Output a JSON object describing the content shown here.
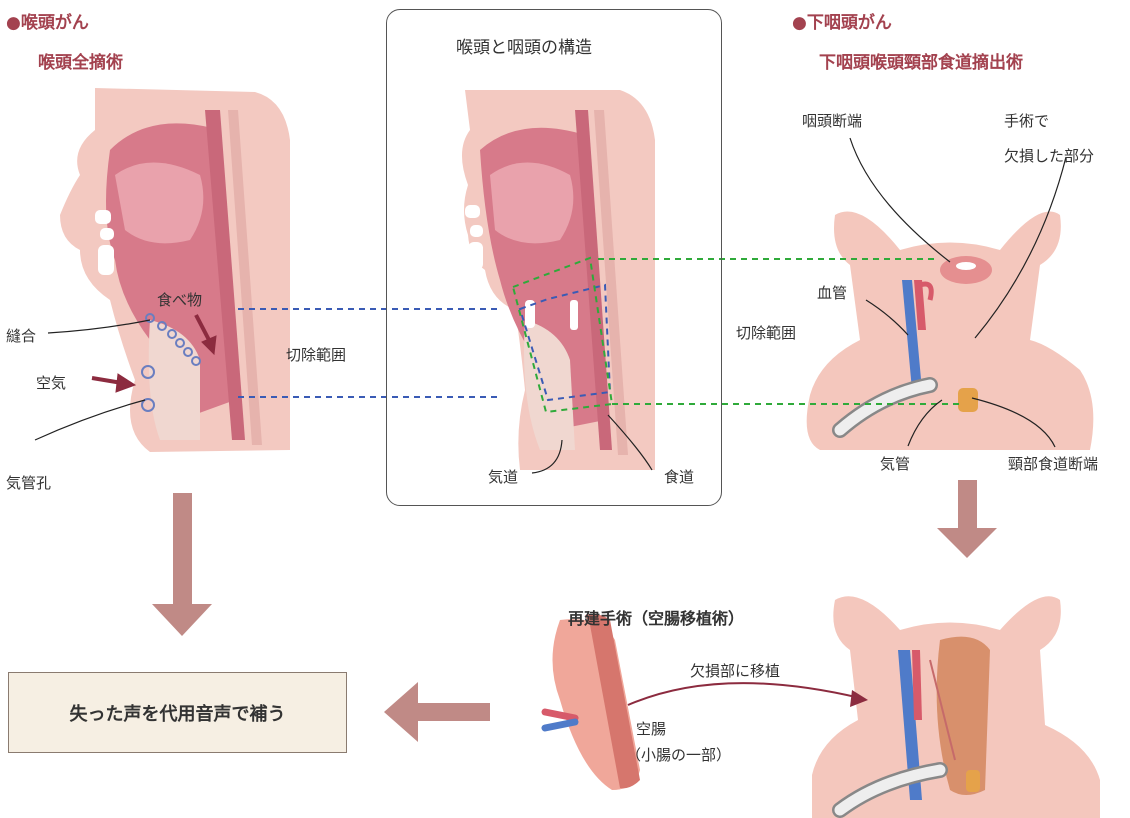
{
  "left": {
    "heading": "●喉頭がん",
    "subheading": "喉頭全摘術",
    "labels": {
      "food": "食べ物",
      "suture": "縫合",
      "air": "空気",
      "stoma": "気管孔"
    }
  },
  "center": {
    "title": "喉頭と咽頭の構造",
    "resection_range": "切除範囲",
    "airway": "気道",
    "esophagus": "食道"
  },
  "right": {
    "heading": "●下咽頭がん",
    "subheading": "下咽頭喉頭頸部食道摘出術",
    "labels": {
      "pharynx_stump": "咽頭断端",
      "defect_line1": "手術で",
      "defect_line2": "欠損した部分",
      "vessel": "血管",
      "resection_range": "切除範囲",
      "trachea": "気管",
      "esophagus_stump": "頸部食道断端"
    }
  },
  "reconstruction": {
    "title": "再建手術（空腸移植術）",
    "transplant": "欠損部に移植",
    "jejunum": "空腸",
    "jejunum_note": "（小腸の一部）"
  },
  "result": {
    "text": "失った声を代用音声で補う"
  },
  "colors": {
    "heading": "#a3424f",
    "arrow": "#c08a86",
    "blue_dash": "#3a5bb5",
    "green_dash": "#2faa3a",
    "skin": "#f2c4bc",
    "tissue": "#c86a7c"
  }
}
